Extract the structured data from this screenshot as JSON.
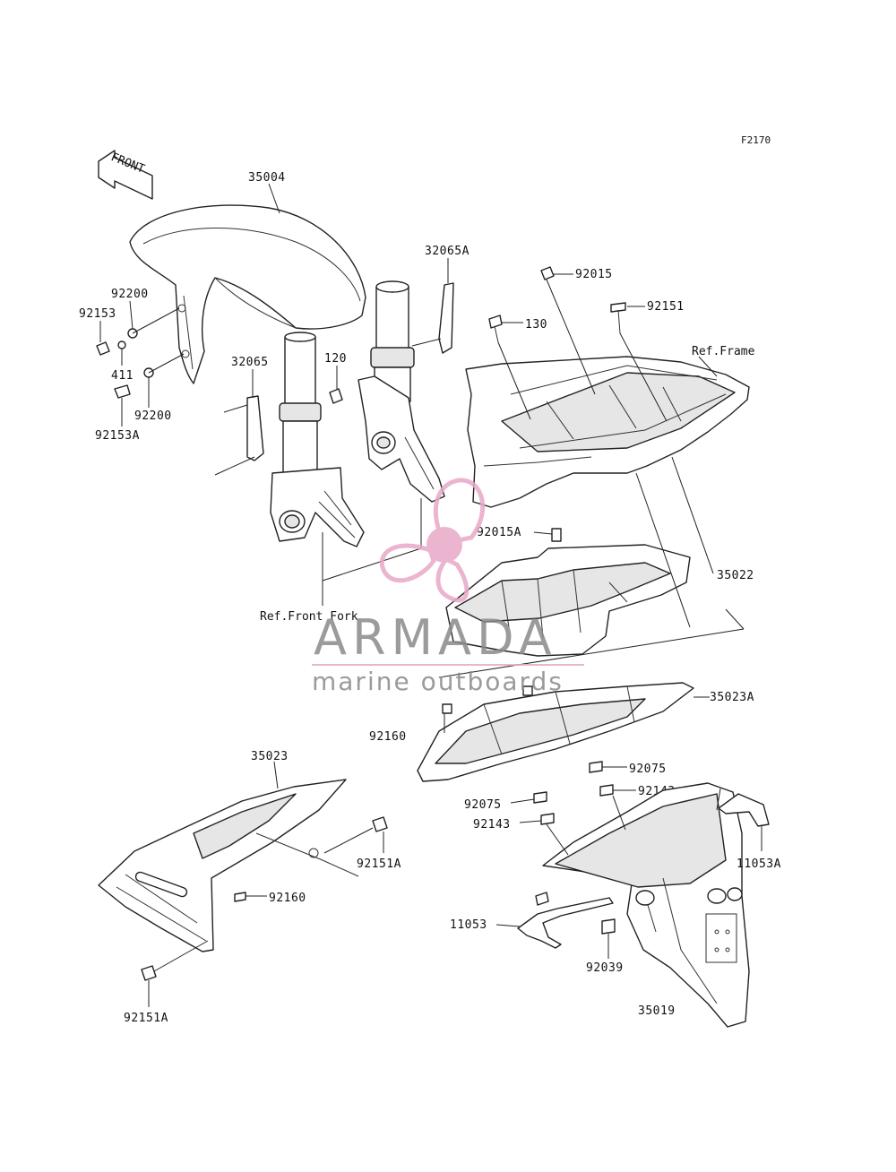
{
  "figure_id": "F2170",
  "direction_label": "FRONT",
  "references": {
    "frame": "Ref.Frame",
    "front_fork": "Ref.Front Fork"
  },
  "part_labels": {
    "p35004": "35004",
    "p32065A": "32065A",
    "p92015": "92015",
    "p92151": "92151",
    "p130": "130",
    "p92200_top": "92200",
    "p92153": "92153",
    "p411": "411",
    "p92200_bot": "92200",
    "p92153A": "92153A",
    "p32065": "32065",
    "p120": "120",
    "p92015A": "92015A",
    "p35022": "35022",
    "p35023A": "35023A",
    "p92160_top": "92160",
    "p92075_right": "92075",
    "p92075_left": "92075",
    "p92143_right": "92143",
    "p92143_left": "92143",
    "p35023": "35023",
    "p92151A_right": "92151A",
    "p92160_bot": "92160",
    "p11053A": "11053A",
    "p11053": "11053",
    "p92039": "92039",
    "p35019": "35019",
    "p92151A_bot": "92151A"
  },
  "watermark": {
    "title": "ARMADA",
    "subtitle": "marine outboards",
    "accent_color": "#e8a9c8",
    "text_color": "#8a8a8a"
  }
}
